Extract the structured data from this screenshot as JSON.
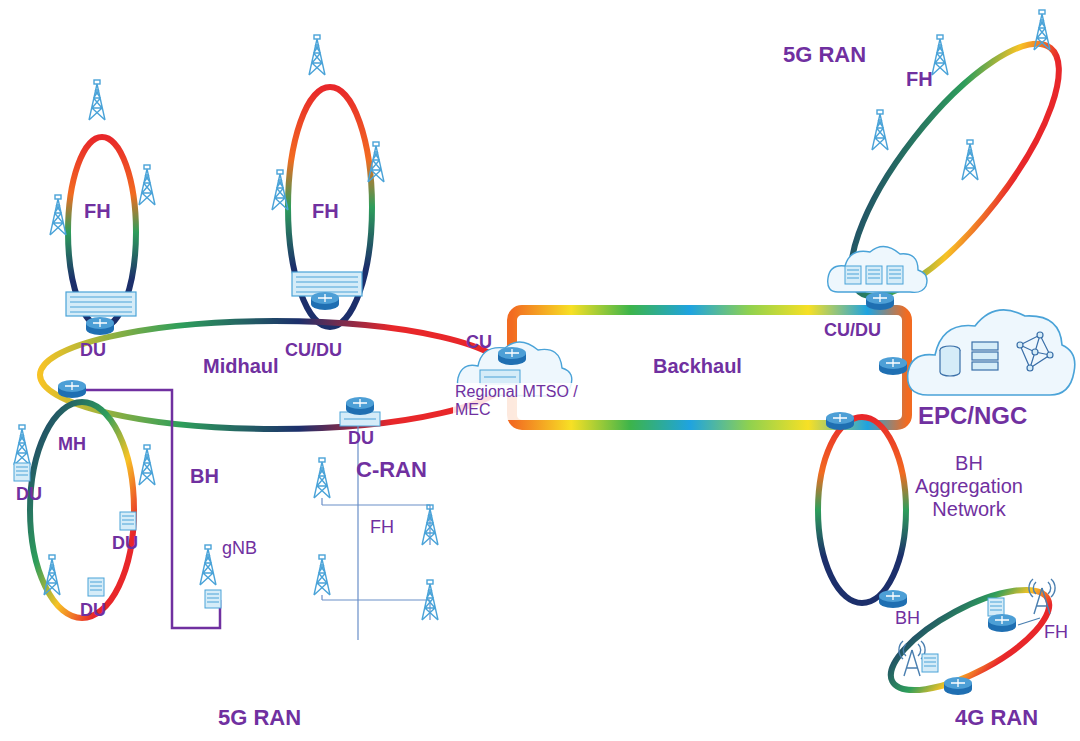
{
  "diagram": {
    "labels": [
      "5G RAN",
      "FH",
      "FH",
      "FH",
      "DU",
      "CU/DU",
      "CU",
      "CU/DU",
      "Midhaul",
      "Backhaul",
      "Regional MTSO / MEC",
      "EPC/NGC",
      "MH",
      "DU",
      "BH",
      "C-RAN",
      "DU",
      "DU",
      "DU",
      "gNB",
      "FH",
      "BH Aggregation Network",
      "BH",
      "FH",
      "5G RAN",
      "4G RAN"
    ]
  }
}
